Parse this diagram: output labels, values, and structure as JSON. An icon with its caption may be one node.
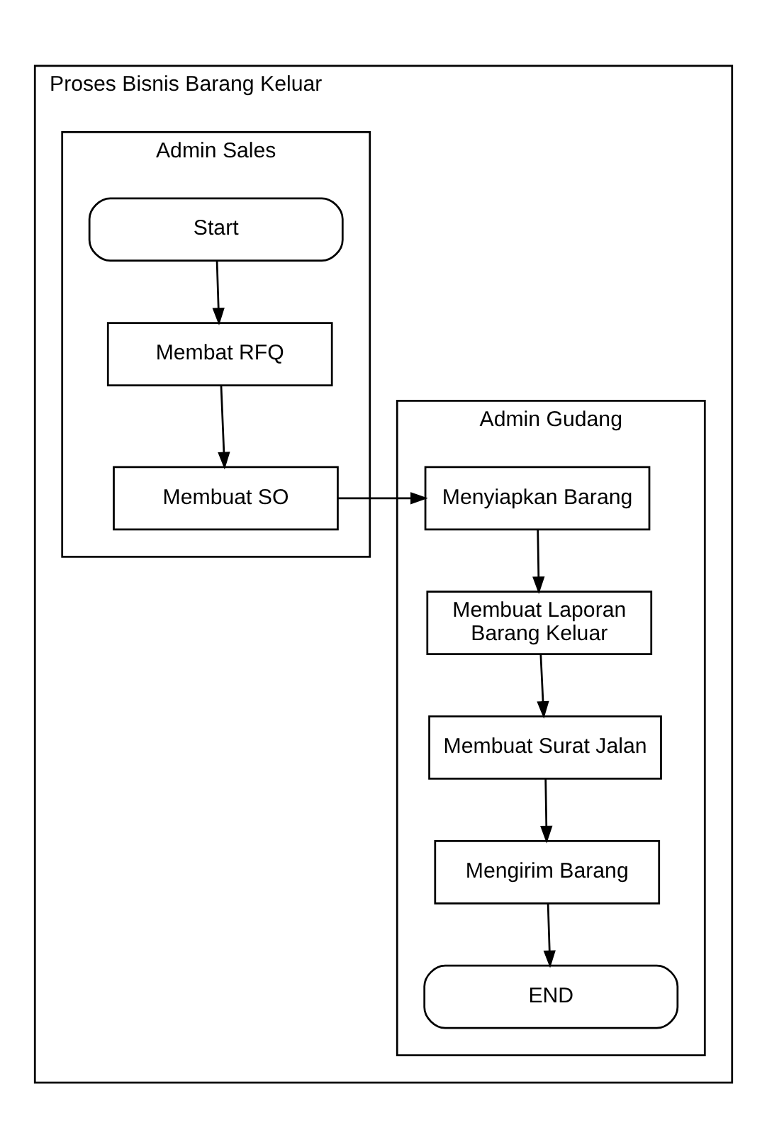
{
  "diagram": {
    "nodes": [
      {
        "text": [
          "Proses Bisnis Barang Keluar"
        ]
      },
      {
        "text": [
          "Admin Gudang"
        ],
        "in": 0
      },
      {
        "text": [
          "Admin Sales"
        ],
        "in": 0
      },
      {
        "text": [
          "Start"
        ],
        "in": 2
      },
      {
        "text": [
          "Membat RFQ"
        ],
        "in": 2
      },
      {
        "text": [
          "Membuat SO"
        ],
        "in": 2
      },
      {
        "text": [
          "Menyiapkan Barang"
        ],
        "in": 1
      },
      {
        "text": [
          "Membuat Laporan Barang Keluar"
        ],
        "in": 1
      },
      {
        "text": [
          "Membuat Surat Jalan"
        ],
        "in": 1
      },
      {
        "text": [
          "Mengirim Barang"
        ],
        "in": 1
      },
      {
        "text": [
          "END"
        ],
        "in": 1
      }
    ],
    "edges": [
      {
        "from": 3,
        "to": 4,
        "arrow": "to"
      },
      {
        "from": 4,
        "to": 5,
        "arrow": "to"
      },
      {
        "from": 5,
        "to": 6,
        "arrow": "to"
      },
      {
        "from": 6,
        "to": 7,
        "arrow": "to"
      },
      {
        "from": 7,
        "to": 8,
        "arrow": "to"
      },
      {
        "from": 8,
        "to": 9,
        "arrow": "to"
      },
      {
        "from": 9,
        "to": 10,
        "arrow": "to"
      }
    ]
  }
}
